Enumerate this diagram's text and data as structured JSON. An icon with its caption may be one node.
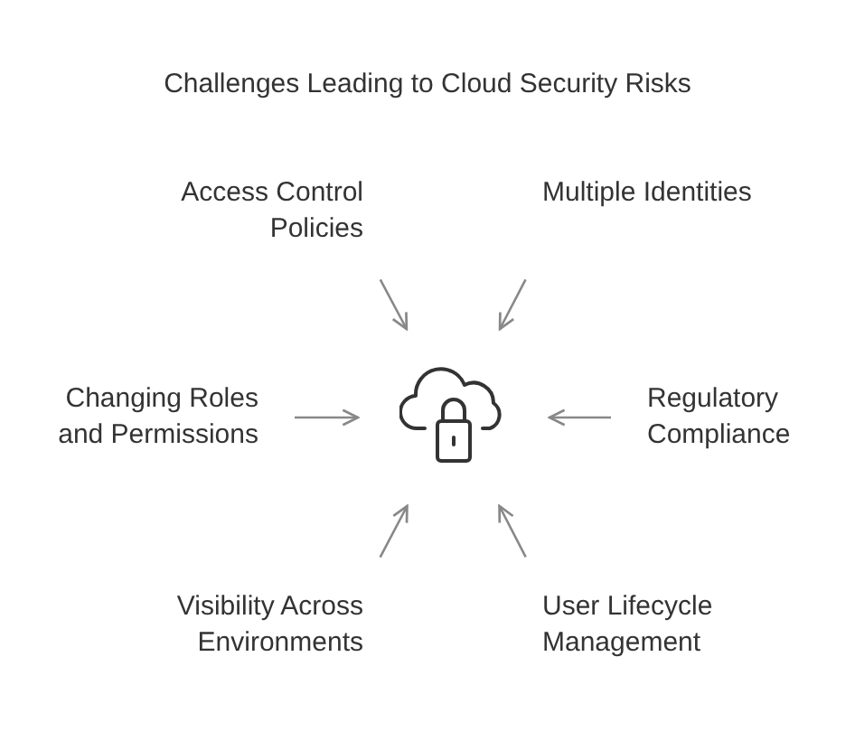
{
  "diagram": {
    "title": "Challenges Leading to Cloud Security Risks",
    "nodes": [
      {
        "text": [
          "Access Control Policies"
        ]
      },
      {
        "text": [
          "Multiple Identities"
        ]
      },
      {
        "text": [
          "Changing Roles and Permissions"
        ]
      },
      {
        "text": [
          "Regulatory Compliance"
        ]
      },
      {
        "text": [
          "Visibility Across Environments"
        ]
      },
      {
        "text": [
          "User Lifecycle Management"
        ]
      },
      {
        "text": [],
        "shape": "cloud"
      }
    ],
    "edges": [
      {
        "from": 0,
        "to": 6,
        "arrow": "to"
      },
      {
        "from": 1,
        "to": 6,
        "arrow": "to"
      },
      {
        "from": 2,
        "to": 6,
        "arrow": "to"
      },
      {
        "from": 3,
        "to": 6,
        "arrow": "to"
      },
      {
        "from": 4,
        "to": 6,
        "arrow": "to"
      },
      {
        "from": 5,
        "to": 6,
        "arrow": "to"
      }
    ]
  }
}
